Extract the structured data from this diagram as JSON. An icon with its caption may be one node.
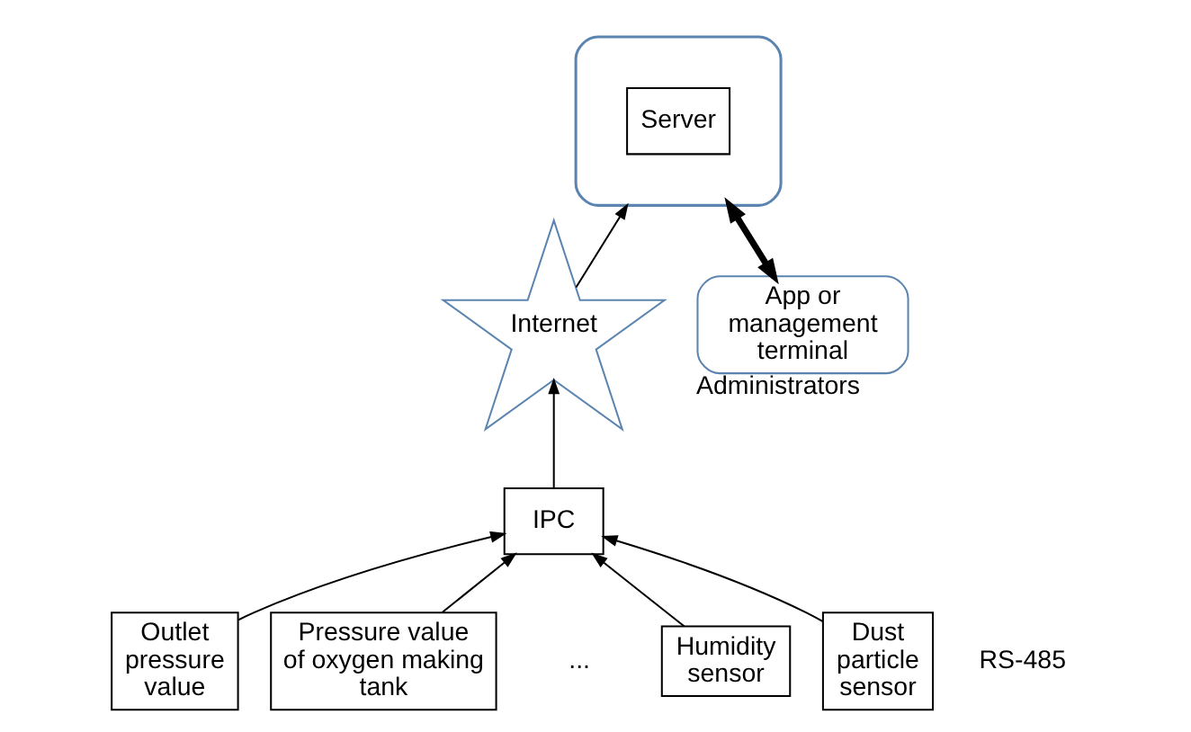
{
  "diagram": {
    "nodes": [
      {
        "text": [],
        "shape": "cloud"
      },
      {
        "text": [
          "Server"
        ],
        "in": 0
      },
      {
        "text": [
          "Internet"
        ]
      },
      {
        "text": [
          "IPC"
        ]
      },
      {
        "text": [
          "Outlet pressure value"
        ]
      },
      {
        "text": [
          "Pressure value of oxygen making tank"
        ]
      },
      {
        "text": [
          "Humidity sensor"
        ]
      },
      {
        "text": [
          "Dust particle sensor"
        ]
      },
      {
        "text": [
          "App or management terminal"
        ],
        "beside": [
          "Administrators"
        ]
      }
    ],
    "edges": [
      {
        "from": 8,
        "to": 0,
        "arrow": "both",
        "style": "thick"
      },
      {
        "from": 2,
        "to": 0,
        "arrow": "to"
      },
      {
        "from": 3,
        "to": 2,
        "arrow": "to"
      },
      {
        "from": 4,
        "to": 3,
        "arrow": "to"
      },
      {
        "from": 5,
        "to": 3,
        "arrow": "to"
      },
      {
        "from": 6,
        "to": 3,
        "arrow": "to"
      },
      {
        "from": 7,
        "to": 3,
        "arrow": "to"
      }
    ],
    "labels": [
      "RS-485",
      "..."
    ]
  }
}
